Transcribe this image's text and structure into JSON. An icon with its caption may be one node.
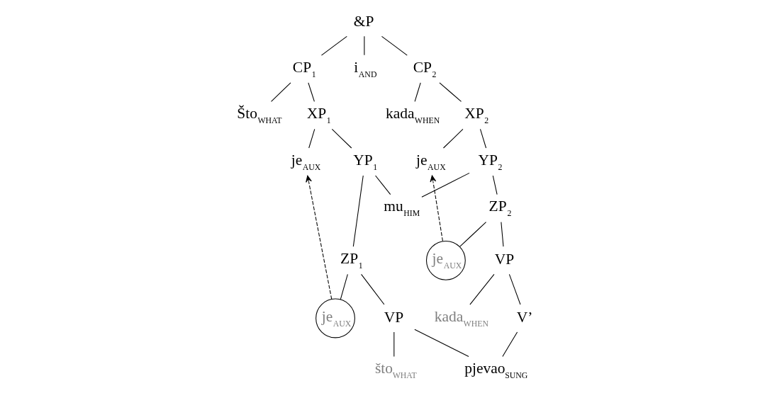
{
  "diagram": {
    "nodes": [
      {
        "text": [
          "&P"
        ]
      },
      {
        "text": [
          "CP$_{1}$"
        ]
      },
      {
        "text": [
          "i$_{AND}$"
        ]
      },
      {
        "text": [
          "CP$_{2}$"
        ]
      },
      {
        "text": [
          "Što$_{WHAT}$"
        ]
      },
      {
        "text": [
          "XP$_{1}$"
        ]
      },
      {
        "text": [
          "kada$_{WHEN}$"
        ]
      },
      {
        "text": [
          "XP$_{2}$"
        ]
      },
      {
        "text": [
          "je$_{AUX}$"
        ]
      },
      {
        "text": [
          "YP$_{1}$"
        ]
      },
      {
        "text": [
          "je$_{AUX}$"
        ]
      },
      {
        "text": [
          "YP$_{2}$"
        ]
      },
      {
        "text": [
          "mu$_{HIM}$"
        ]
      },
      {
        "text": [
          "ZP$_{1}$"
        ]
      },
      {
        "text": [
          "ZP$_{2}$"
        ]
      },
      {
        "text": [
          "je$_{AUX}$"
        ]
      },
      {
        "text": [
          "VP"
        ]
      },
      {
        "text": [
          "je$_{AUX}$"
        ]
      },
      {
        "text": [
          "VP"
        ]
      },
      {
        "text": [
          "pjevao$_{SUNG}$"
        ]
      },
      {
        "text": [
          "što$_{WHAT}$"
        ]
      },
      {
        "text": [
          "kada$_{WHEN}$"
        ]
      },
      {
        "text": [
          "V’"
        ]
      }
    ],
    "edges": [
      {
        "from": 0,
        "to": 1,
        "arrow": "none"
      },
      {
        "from": 0,
        "to": 2,
        "arrow": "none"
      },
      {
        "from": 0,
        "to": 3,
        "arrow": "none"
      },
      {
        "from": 1,
        "to": 4,
        "arrow": "none"
      },
      {
        "from": 1,
        "to": 5,
        "arrow": "none"
      },
      {
        "from": 3,
        "to": 6,
        "arrow": "none"
      },
      {
        "from": 3,
        "to": 7,
        "arrow": "none"
      },
      {
        "from": 5,
        "to": 8,
        "arrow": "none"
      },
      {
        "from": 5,
        "to": 9,
        "arrow": "none"
      },
      {
        "from": 7,
        "to": 10,
        "arrow": "none"
      },
      {
        "from": 7,
        "to": 11,
        "arrow": "none"
      },
      {
        "from": 9,
        "to": 12,
        "arrow": "none"
      },
      {
        "from": 9,
        "to": 13,
        "arrow": "none"
      },
      {
        "from": 11,
        "to": 12,
        "arrow": "none"
      },
      {
        "from": 11,
        "to": 14,
        "arrow": "none"
      },
      {
        "from": 13,
        "to": 15,
        "arrow": "none"
      },
      {
        "from": 13,
        "to": 16,
        "arrow": "none"
      },
      {
        "from": 14,
        "to": 17,
        "arrow": "none"
      },
      {
        "from": 14,
        "to": 18,
        "arrow": "none"
      },
      {
        "from": 16,
        "to": 19,
        "arrow": "none"
      },
      {
        "from": 16,
        "to": 20,
        "arrow": "none"
      },
      {
        "from": 18,
        "to": 21,
        "arrow": "none"
      },
      {
        "from": 18,
        "to": 22,
        "arrow": "none"
      },
      {
        "from": 22,
        "to": 19,
        "arrow": "none"
      },
      {
        "from": 15,
        "to": 8,
        "arrow": "to",
        "style": "dashed"
      },
      {
        "from": 17,
        "to": 10,
        "arrow": "to",
        "style": "dashed"
      }
    ]
  }
}
